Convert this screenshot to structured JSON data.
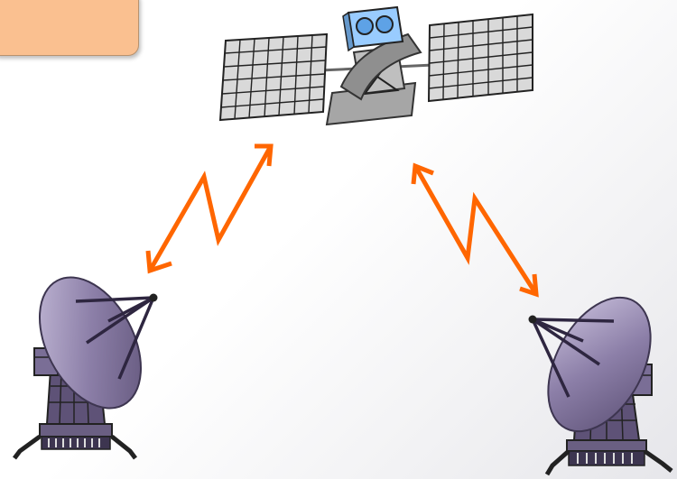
{
  "diagram": {
    "nodes": [
      {
        "id": "satellite",
        "kind": "communications-satellite"
      },
      {
        "id": "ground-station-left",
        "kind": "satellite-dish"
      },
      {
        "id": "ground-station-right",
        "kind": "satellite-dish"
      }
    ],
    "links": [
      {
        "from": "ground-station-left",
        "to": "satellite",
        "style": "lightning-bidirectional"
      },
      {
        "from": "satellite",
        "to": "ground-station-right",
        "style": "lightning-bidirectional"
      }
    ]
  },
  "colors": {
    "corner_box_fill": "#fac090",
    "link_arrow": "#ff6600",
    "dish_fill": "#8c7fa8",
    "dish_dark": "#3d3550",
    "panel_fill": "#d9d9d9",
    "camera_fill": "#99ccff",
    "satellite_body": "#a6a6a6"
  }
}
